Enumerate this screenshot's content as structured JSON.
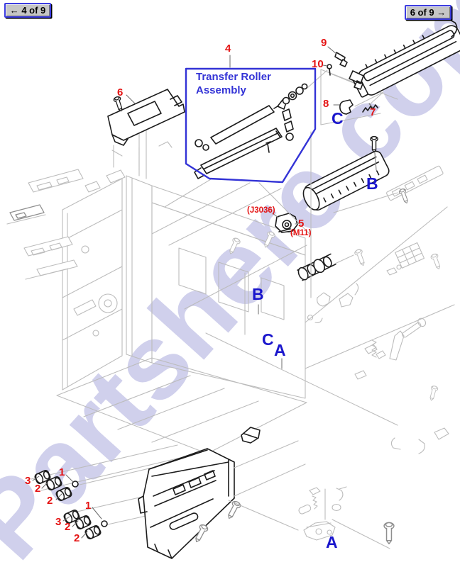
{
  "nav": {
    "prev_label": "← 4 of 9",
    "next_label": "6 of 9 →"
  },
  "watermark": {
    "text": "Partshere.com"
  },
  "assembly_box": {
    "title_line1": "Transfer Roller",
    "title_line2": "Assembly"
  },
  "callouts": {
    "c4": "4",
    "c5": "5",
    "c6": "6",
    "c7": "7",
    "c8": "8",
    "c9": "9",
    "c10": "10",
    "j3036": "(J3036)",
    "m11": "(M11)",
    "c1a": "1",
    "c2a": "2",
    "c2b": "2",
    "c3a": "3",
    "c1b": "1",
    "c2c": "2",
    "c2d": "2",
    "c3b": "3"
  },
  "sections": {
    "c_top": "C",
    "b_right": "B",
    "b_mid": "B",
    "c_mid": "C",
    "a_mid": "A",
    "a_bottom": "A"
  },
  "colors": {
    "callout-red": "#e41313",
    "section-blue": "#1a16cc",
    "box-blue": "#3333d6",
    "button-border-blue": "#3c3ce0",
    "watermark-purple": "#8c8cd0",
    "art-dark": "#1c1c1c",
    "art-faint": "#bcbcbc"
  }
}
